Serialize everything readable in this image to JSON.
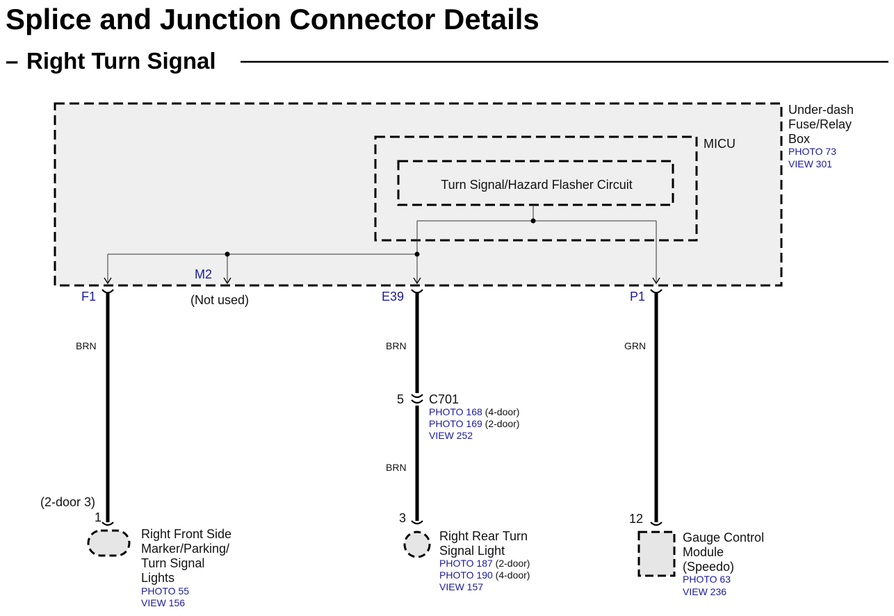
{
  "title": "Splice and Junction Connector Details",
  "subtitle_dash": "–",
  "subtitle": "Right Turn Signal",
  "fuse_box": {
    "name_lines": [
      "Under-dash",
      "Fuse/Relay",
      "Box"
    ],
    "refs": [
      "PHOTO 73",
      "VIEW 301"
    ]
  },
  "micu": {
    "label": "MICU"
  },
  "flasher": {
    "label": "Turn Signal/Hazard Flasher Circuit"
  },
  "terminals": {
    "f1": "F1",
    "m2": "M2",
    "m2_note": "(Not used)",
    "e39": "E39",
    "p1": "P1"
  },
  "wires": {
    "left_color": "BRN",
    "center_upper_color": "BRN",
    "center_lower_color": "BRN",
    "right_color": "GRN"
  },
  "connector_c701": {
    "pin": "5",
    "name": "C701",
    "refs": [
      {
        "blue": "PHOTO 168",
        "note": " (4-door)"
      },
      {
        "blue": "PHOTO 169",
        "note": " (2-door)"
      },
      {
        "blue": "VIEW 252",
        "note": ""
      }
    ]
  },
  "front_light": {
    "pin_note": "(2-door 3)",
    "pin": "1",
    "name_lines": [
      "Right Front Side",
      "Marker/Parking/",
      "Turn Signal",
      "Lights"
    ],
    "refs": [
      "PHOTO 55",
      "VIEW 156"
    ]
  },
  "rear_light": {
    "pin": "3",
    "name_lines": [
      "Right Rear Turn",
      "Signal Light"
    ],
    "refs": [
      {
        "blue": "PHOTO 187",
        "note": " (2-door)"
      },
      {
        "blue": "PHOTO 190",
        "note": " (4-door)"
      },
      {
        "blue": "VIEW 157",
        "note": ""
      }
    ]
  },
  "gauge": {
    "pin": "12",
    "name_lines": [
      "Gauge Control",
      "Module",
      "(Speedo)"
    ],
    "refs": [
      "PHOTO 63",
      "VIEW 236"
    ]
  }
}
